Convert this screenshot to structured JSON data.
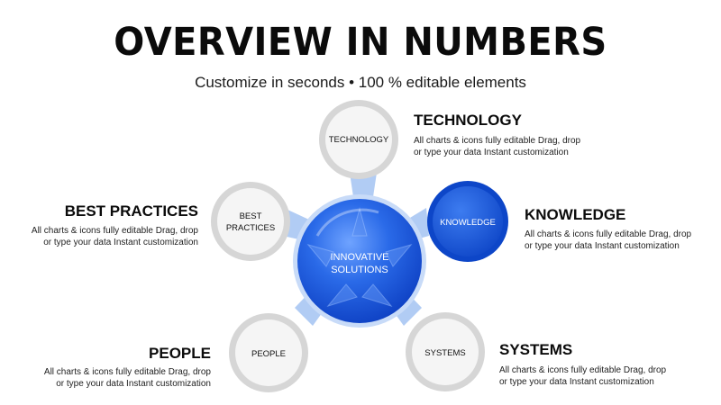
{
  "header": {
    "title": "OVERVIEW IN NUMBERS",
    "subtitle": "Customize in seconds • 100 % editable elements"
  },
  "hub": {
    "label_line1": "INNOVATIVE",
    "label_line2": "SOLUTIONS"
  },
  "nodes": [
    {
      "id": "technology",
      "circle_label": [
        "TECHNOLOGY"
      ],
      "heading": "TECHNOLOGY",
      "desc_line1": "All charts & icons fully editable Drag, drop",
      "desc_line2": "or type your data Instant customization",
      "highlighted": false
    },
    {
      "id": "knowledge",
      "circle_label": [
        "KNOWLEDGE"
      ],
      "heading": "KNOWLEDGE",
      "desc_line1": "All charts & icons fully editable Drag, drop",
      "desc_line2": "or type your data Instant customization",
      "highlighted": true
    },
    {
      "id": "systems",
      "circle_label": [
        "SYSTEMS"
      ],
      "heading": "SYSTEMS",
      "desc_line1": "All charts & icons fully editable Drag, drop",
      "desc_line2": "or type your data Instant customization",
      "highlighted": false
    },
    {
      "id": "people",
      "circle_label": [
        "PEOPLE"
      ],
      "heading": "PEOPLE",
      "desc_line1": "All charts & icons fully editable Drag, drop",
      "desc_line2": "or type your data Instant customization",
      "highlighted": false
    },
    {
      "id": "best-practices",
      "circle_label": [
        "BEST",
        "PRACTICES"
      ],
      "heading": "BEST PRACTICES",
      "desc_line1": "All charts & icons fully editable Drag, drop",
      "desc_line2": "or type your data Instant customization",
      "highlighted": false
    }
  ],
  "colors": {
    "accent": "#1f5fe0",
    "accent_dark": "#0b3fbf",
    "connector": "#9fc0f2",
    "node_ring": "#d9d9d9",
    "node_fill": "#f4f4f4"
  }
}
